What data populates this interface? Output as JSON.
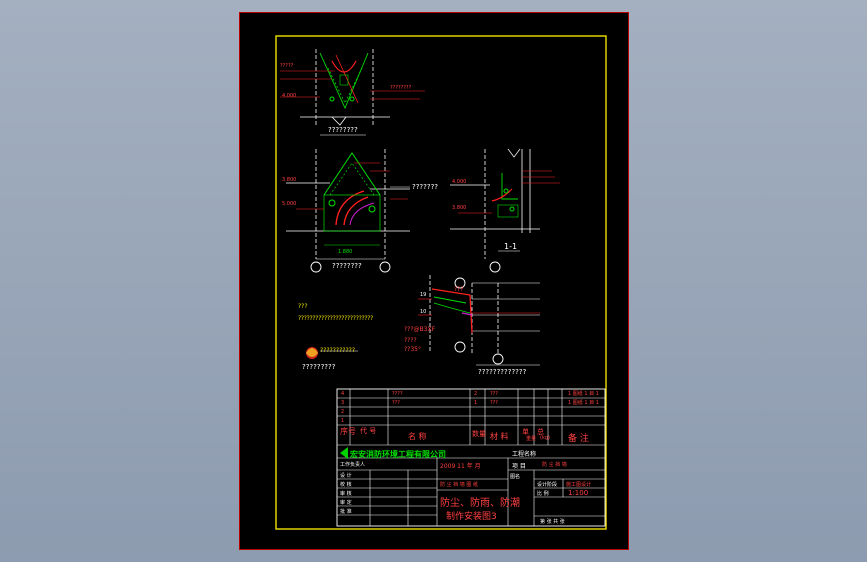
{
  "drawing": {
    "labels": {
      "detail_a": "????????",
      "detail_b": "????????",
      "detail_c": "???????",
      "section_1_1": "1-1",
      "detail_d": "?????????????",
      "note_title": "???",
      "note_line": "??????????????????????????",
      "legend_text": "???????????",
      "legend_caption": "?????????",
      "arrow_label_a": "?????",
      "arrow_label_b": "????????",
      "rebar_a": "???",
      "rebar_b": "???@B3XF",
      "rebar_c": "????",
      "rebar_d": "??35°",
      "elev_a": "4.000",
      "elev_b": "3.800",
      "elev_c": "4.000",
      "elev_d": "3.800",
      "elev_e": "19",
      "elev_f": "10",
      "dim_a": "1.880",
      "dim_b": "5.000"
    },
    "title_block": {
      "company": "宏安消防环境工程有限公司",
      "project_label": "工程名称",
      "project_value": "",
      "item_label": "项  目",
      "item_value": "防 尘 挡 墙",
      "drawing_title_line1": "防尘、防雨、防潮",
      "drawing_title_line2": "制作安装图3",
      "date": "2009  11 年 月",
      "scale_label": "比  例",
      "scale_value": "1:100",
      "design_phase": "施工图设计",
      "stage_label": "设计阶段",
      "part_label": "图名",
      "part_value": "防 尘 挡 墙 图 纸",
      "seq_label": "序号",
      "code_label": "代  号",
      "name_label": "名    称",
      "qty_label": "数量",
      "material_label": "材  料",
      "single_label": "单",
      "total_label": "总",
      "weight_label": "重量",
      "weight_unit": "(kg)",
      "remark_label": "备  注",
      "sign_rows": [
        "工作负责人",
        "设  计",
        "校  核",
        "审  核",
        "审  定",
        "批  准"
      ],
      "bom": [
        {
          "seq": "4",
          "code": "????",
          "qty": "2",
          "name": "???"
        },
        {
          "seq": "3",
          "code": "???",
          "qty": "1",
          "name": "???"
        },
        {
          "seq": "2",
          "code": "",
          "qty": "",
          "name": ""
        },
        {
          "seq": "1",
          "code": "",
          "qty": "",
          "name": ""
        }
      ],
      "sheet_label": "第  张  共  张",
      "ref_a": "1 图纸 1 目 1",
      "ref_b": "1 图纸 1 目 1"
    }
  }
}
